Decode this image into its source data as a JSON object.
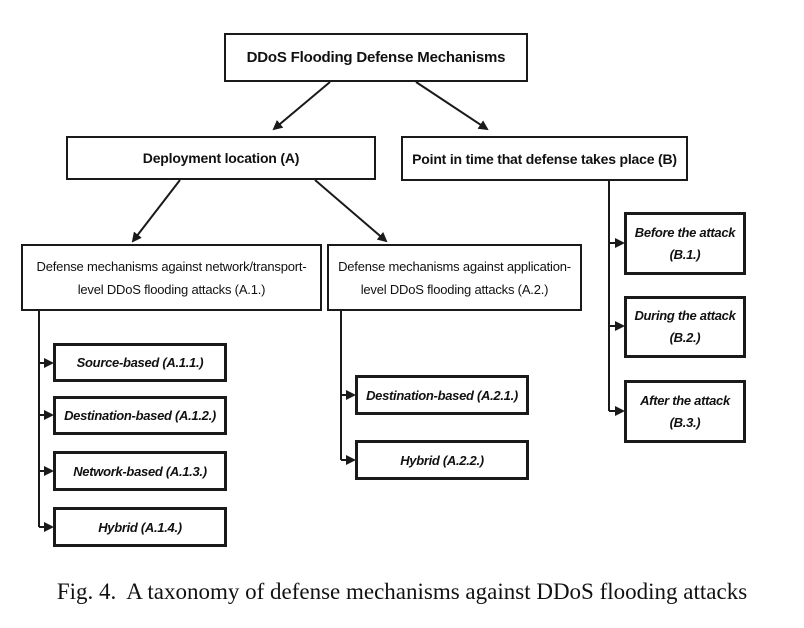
{
  "root": {
    "label": "DDoS Flooding Defense Mechanisms"
  },
  "branch_a": {
    "label": "Deployment location (A)"
  },
  "branch_b": {
    "label": "Point in time that defense takes place (B)"
  },
  "a1": {
    "line1": "Defense mechanisms against network/transport-",
    "line2": "level DDoS flooding attacks (A.1.)",
    "children": [
      "Source-based (A.1.1.)",
      "Destination-based (A.1.2.)",
      "Network-based (A.1.3.)",
      "Hybrid (A.1.4.)"
    ]
  },
  "a2": {
    "line1": "Defense mechanisms against application-",
    "line2": "level DDoS flooding attacks (A.2.)",
    "children": [
      "Destination-based (A.2.1.)",
      "Hybrid (A.2.2.)"
    ]
  },
  "b_children": [
    {
      "line1": "Before the attack",
      "line2": "(B.1.)"
    },
    {
      "line1": "During the attack",
      "line2": "(B.2.)"
    },
    {
      "line1": "After the attack",
      "line2": "(B.3.)"
    }
  ],
  "caption": {
    "prefix": "Fig. 4.",
    "text": "A taxonomy of defense mechanisms against DDoS flooding attacks"
  },
  "colors": {
    "stroke": "#1a1a1a",
    "text": "#111111",
    "background": "#ffffff"
  }
}
